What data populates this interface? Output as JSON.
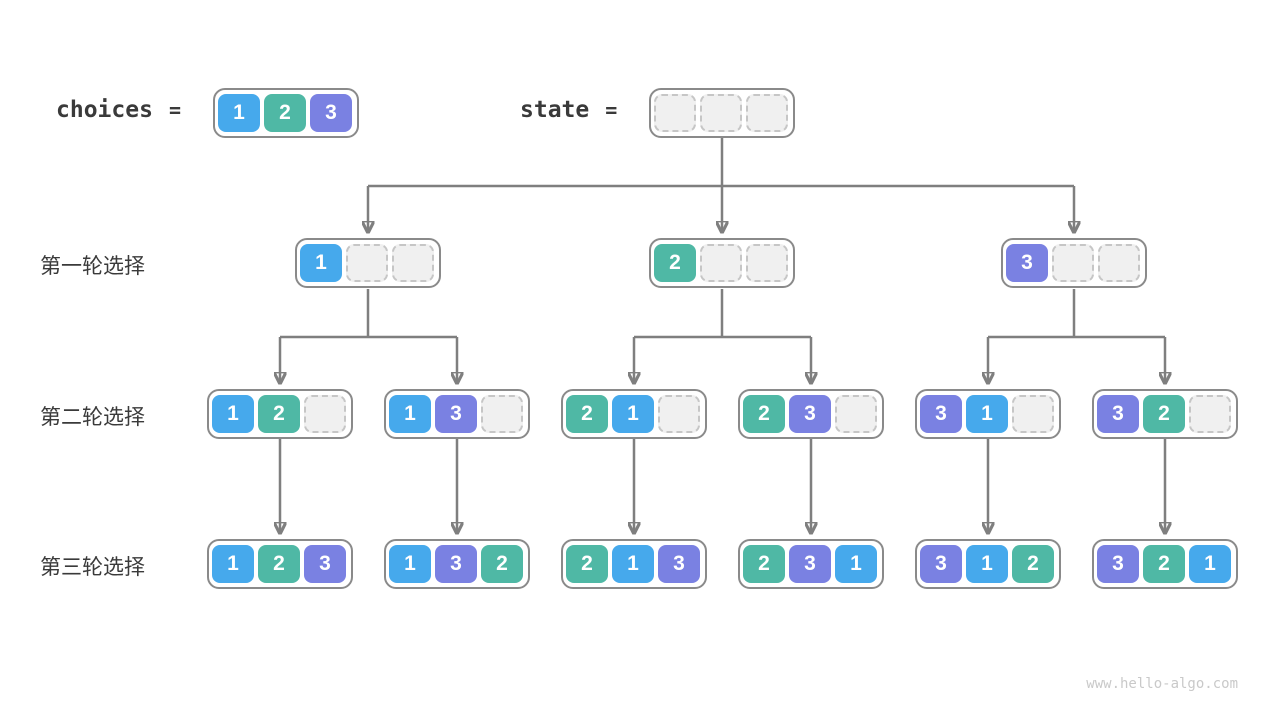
{
  "palette": {
    "value_colors": {
      "1": "#46A9EC",
      "2": "#4FB8A5",
      "3": "#7A81E2"
    },
    "empty_cell_bg": "#F0F0F0",
    "empty_cell_border": "#C6C6C6",
    "container_border": "#8A8A8A",
    "connector_color": "#7F7F7F",
    "label_text": "#3A3A3A",
    "watermark_color": "#C9C9C9"
  },
  "legend": {
    "choices_label": "choices",
    "equals_sign": "=",
    "state_label": "state",
    "choices_values": [
      "1",
      "2",
      "3"
    ],
    "state_values": [
      null,
      null,
      null
    ]
  },
  "tree": {
    "levels": [
      {
        "row_label": "第一轮选择",
        "states": [
          [
            "1",
            null,
            null
          ],
          [
            "2",
            null,
            null
          ],
          [
            "3",
            null,
            null
          ]
        ]
      },
      {
        "row_label": "第二轮选择",
        "states": [
          [
            "1",
            "2",
            null
          ],
          [
            "1",
            "3",
            null
          ],
          [
            "2",
            "1",
            null
          ],
          [
            "2",
            "3",
            null
          ],
          [
            "3",
            "1",
            null
          ],
          [
            "3",
            "2",
            null
          ]
        ]
      },
      {
        "row_label": "第三轮选择",
        "states": [
          [
            "1",
            "2",
            "3"
          ],
          [
            "1",
            "3",
            "2"
          ],
          [
            "2",
            "1",
            "3"
          ],
          [
            "2",
            "3",
            "1"
          ],
          [
            "3",
            "1",
            "2"
          ],
          [
            "3",
            "2",
            "1"
          ]
        ]
      }
    ]
  },
  "watermark": "www.hello-algo.com"
}
